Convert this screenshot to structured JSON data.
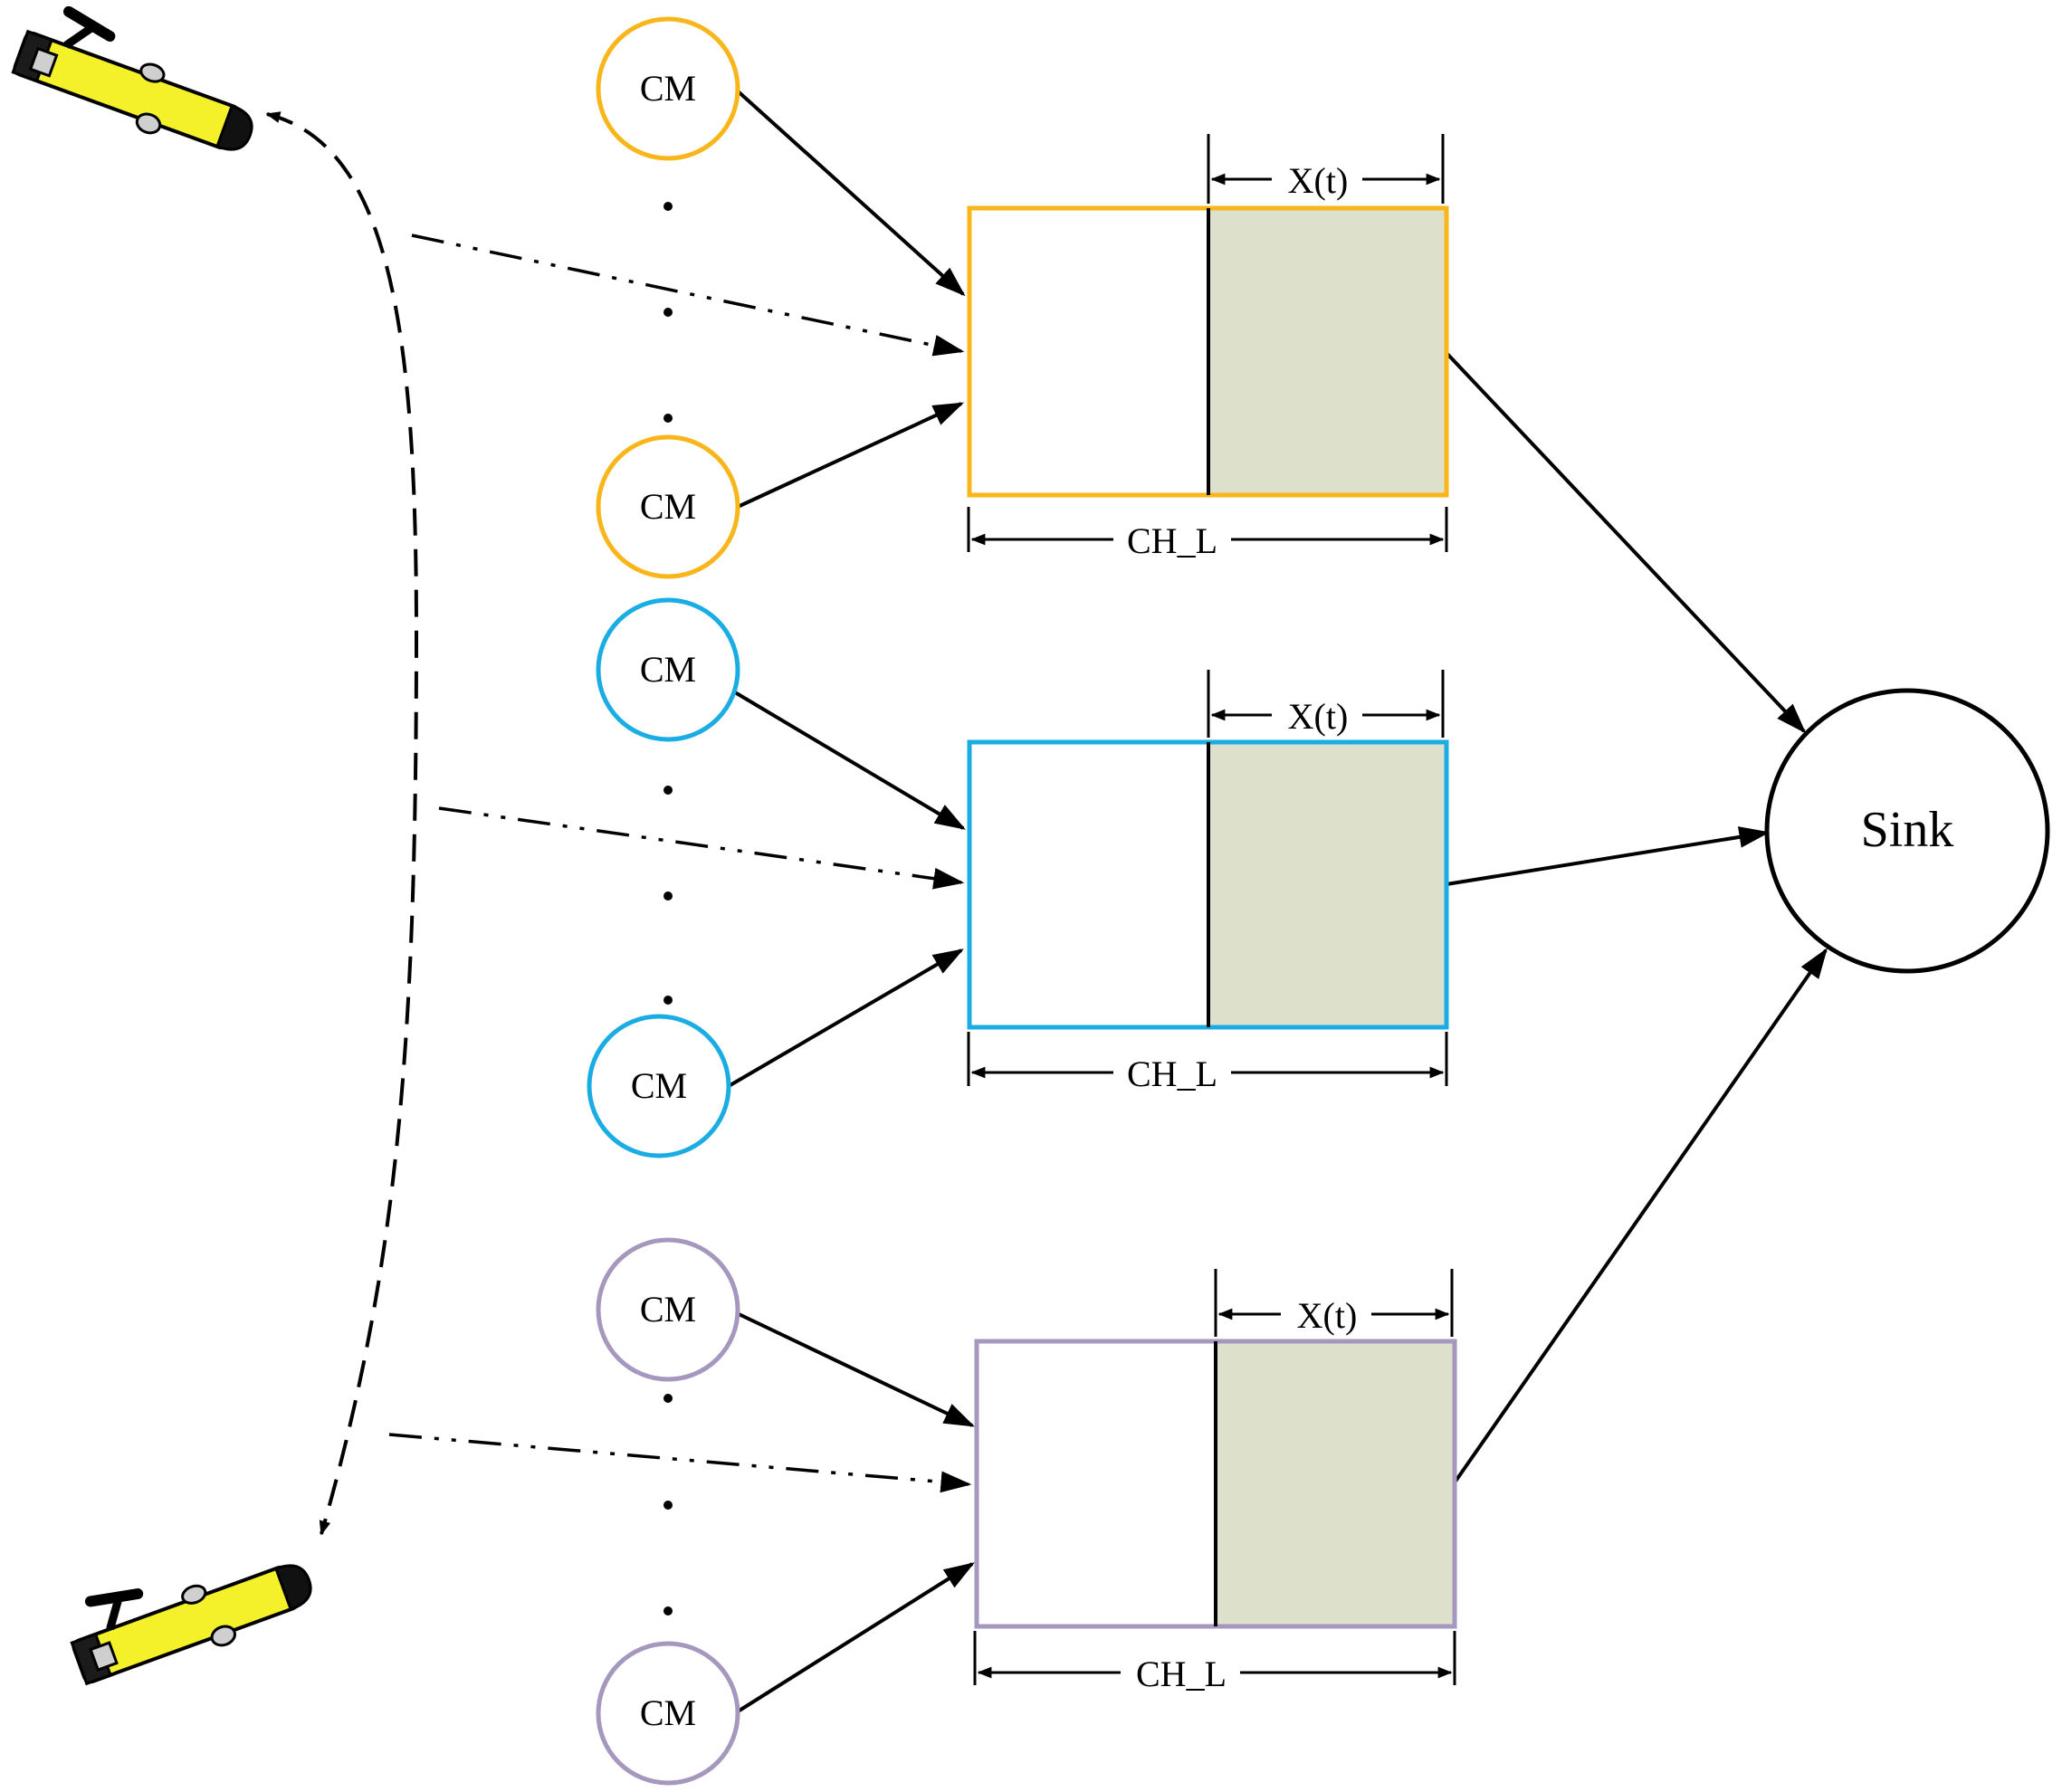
{
  "cm_label": "CM",
  "x_label": "X(t)",
  "ch_label": "CH_L",
  "sink_label": "Sink",
  "colors": {
    "orange": "#F9B61A",
    "blue": "#1AADE4",
    "purple": "#A597BE",
    "buffer_fill": "#DDE1CC",
    "auv_yellow": "#F4F12A",
    "line": "#000000"
  },
  "icons": [
    "auv-icon"
  ]
}
